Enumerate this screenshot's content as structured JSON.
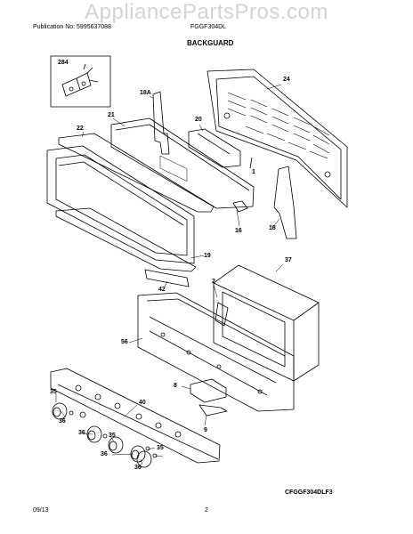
{
  "watermark": "AppliancePartsPros.com",
  "header": {
    "publication": "Publication No: 5995637088",
    "model": "FGGF304DL"
  },
  "title": "BACKGUARD",
  "parts": [
    {
      "id": "284"
    },
    {
      "id": "24"
    },
    {
      "id": "18A"
    },
    {
      "id": "21"
    },
    {
      "id": "20"
    },
    {
      "id": "22"
    },
    {
      "id": "1"
    },
    {
      "id": "16"
    },
    {
      "id": "18"
    },
    {
      "id": "19"
    },
    {
      "id": "37"
    },
    {
      "id": "2"
    },
    {
      "id": "42"
    },
    {
      "id": "56"
    },
    {
      "id": "8"
    },
    {
      "id": "40"
    },
    {
      "id": "35a",
      "label": "35"
    },
    {
      "id": "36a",
      "label": "36"
    },
    {
      "id": "36b",
      "label": "36"
    },
    {
      "id": "35b",
      "label": "35"
    },
    {
      "id": "36c",
      "label": "36"
    },
    {
      "id": "35c",
      "label": "35"
    },
    {
      "id": "36d",
      "label": "36"
    },
    {
      "id": "9"
    }
  ],
  "diagram_code": "CFGGF304DLF3",
  "footer": {
    "date": "09/13",
    "page": "2"
  }
}
